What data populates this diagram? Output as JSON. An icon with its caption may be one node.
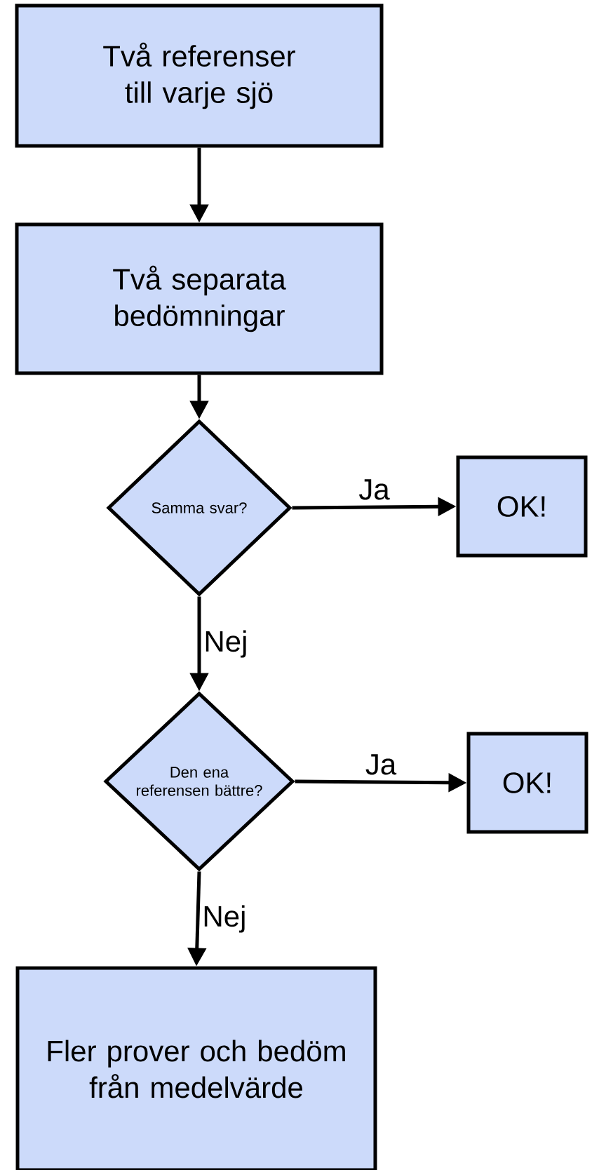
{
  "diagram": {
    "nodes": [
      {
        "text": [
          "Två referenser till varje sjö"
        ]
      },
      {
        "text": [
          "Två separata bedömningar"
        ]
      },
      {
        "text": [
          "Samma svar?"
        ]
      },
      {
        "text": [
          "OK!"
        ]
      },
      {
        "text": [
          "Den ena referensen bättre?"
        ]
      },
      {
        "text": [
          "OK!"
        ]
      },
      {
        "text": [
          "Fler prover och bedöm från medelvärde"
        ]
      }
    ],
    "edges": [
      {
        "from": 0,
        "to": 1,
        "arrow": "to"
      },
      {
        "from": 1,
        "to": 2,
        "arrow": "to"
      },
      {
        "from": 2,
        "to": 3,
        "arrow": "to",
        "label": "Ja"
      },
      {
        "from": 2,
        "to": 4,
        "arrow": "to",
        "label": "Nej"
      },
      {
        "from": 4,
        "to": 5,
        "arrow": "to",
        "label": "Ja"
      },
      {
        "from": 4,
        "to": 6,
        "arrow": "to",
        "label": "Nej"
      }
    ]
  }
}
